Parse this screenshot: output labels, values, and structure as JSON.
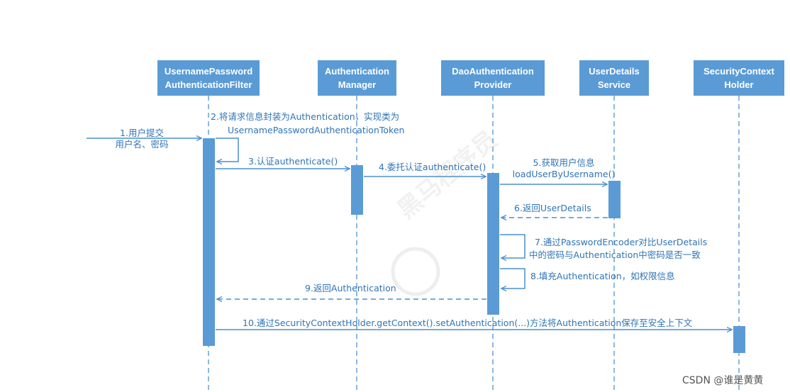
{
  "participants": [
    {
      "line1": "UsernamePassword",
      "line2": "AuthenticationFilter"
    },
    {
      "line1": "Authentication",
      "line2": "Manager"
    },
    {
      "line1": "DaoAuthentication",
      "line2": "Provider"
    },
    {
      "line1": "UserDetails",
      "line2": "Service"
    },
    {
      "line1": "SecurityContext",
      "line2": "Holder"
    }
  ],
  "messages": {
    "m1": {
      "line1": "1.用户提交",
      "line2": "用户名、密码"
    },
    "m2": {
      "line1": "2.将请求信息封装为Authentication，实现类为",
      "line2": "UsernamePasswordAuthenticationToken"
    },
    "m3": {
      "text": "3.认证authenticate()"
    },
    "m4": {
      "text": "4.委托认证authenticate()"
    },
    "m5": {
      "line1": "5.获取用户信息",
      "line2": "loadUserByUsername()"
    },
    "m6": {
      "text": "6.返回UserDetails"
    },
    "m7": {
      "line1": "7.通过PasswordEncoder对比UserDetails",
      "line2": "中的密码与Authentication中密码是否一致"
    },
    "m8": {
      "text": "8.填充Authentication，如权限信息"
    },
    "m9": {
      "text": "9.返回Authentication"
    },
    "m10": {
      "text": "10.通过SecurityContextHolder.getContext().setAuthentication(...)方法将Authentication保存至安全上下文"
    }
  },
  "watermark": "黑马程序员",
  "credit": "CSDN @谁是黄黄",
  "colors": {
    "accent": "#5b9bd5",
    "text": "#2e74b5",
    "line": "#4a8fd0"
  }
}
